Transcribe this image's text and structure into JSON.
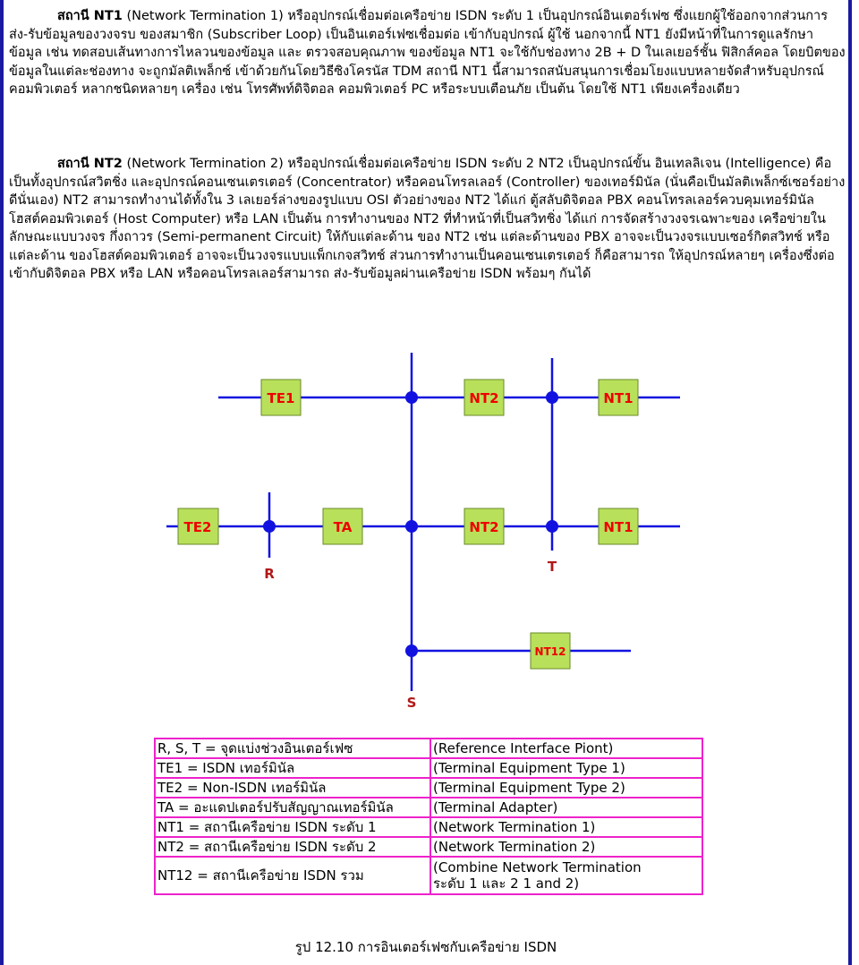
{
  "paragraphs": {
    "nt1": {
      "term": "สถานี NT1",
      "text": " (Network Termination 1) หรืออุปกรณ์เชื่อมต่อเครือข่าย ISDN ระดับ 1 เป็นอุปกรณ์อินเตอร์เฟซ ซึ่งแยกผู้ใช้ออกจากส่วนการส่ง-รับข้อมูลของวงจรบ ของสมาชิก (Subscriber Loop) เป็นอินเตอร์เฟซเชื่อมต่อ เข้ากับอุปกรณ์ ผู้ใช้ นอกจากนี้ NT1 ยังมีหน้าที่ในการดูแลรักษาข้อมูล เช่น ทดสอบเส้นทางการไหลวนของข้อมูล และ ตรวจสอบคุณภาพ ของข้อมูล NT1 จะใช้กับช่องทาง 2B + D ในเลเยอร์ชั้น ฟิสิกส์คอล โดยบิตของข้อมูลในแต่ละช่องทาง จะถูกมัลติเพล็กซ์ เข้าด้วยกันโดยวิธีซิงโครนัส TDM สถานี NT1 นี้สามารถสนับสนุนการเชื่อมโยงแบบหลายจัดสำหรับอุปกรณ์คอมพิวเตอร์ หลากชนิดหลายๆ เครื่อง เช่น โทรศัพท์ดิจิตอล คอมพิวเตอร์ PC หรือระบบเตือนภัย เป็นต้น โดยใช้ NT1 เพียงเครื่องเดียว"
    },
    "nt2": {
      "term": "สถานี NT2",
      "text": " (Network Termination 2) หรืออุปกรณ์เชื่อมต่อเครือข่าย ISDN ระดับ 2 NT2 เป็นอุปกรณ์ขั้น อินเทลลิเจน (Intelligence) คือเป็นทั้งอุปกรณ์สวิตชิ่ง และอุปกรณ์คอนเซนเตรเตอร์ (Concentrator) หรือคอนโทรลเลอร์ (Controller) ของเทอร์มินัล (นั่นคือเป็นมัลติเพล็กซ์เซอร์อย่างดีนั่นเอง) NT2 สามารถทำงานได้ทั้งใน 3 เลเยอร์ล่างของรูปแบบ OSI ตัวอย่างของ NT2 ได้แก่ ตู้สลับดิจิตอล PBX คอนโทรลเลอร์ควบคุมเทอร์มินัล โฮสต์คอมพิวเตอร์ (Host Computer) หรือ LAN เป็นต้น การทำงานของ NT2 ที่ทำหน้าที่เป็นสวิทชิ่ง ได้แก่ การจัดสร้างวงจรเฉพาะของ เครือข่ายในลักษณะแบบวงจร กึ่งถาวร (Semi-permanent Circuit) ให้กับแต่ละด้าน ของ NT2 เช่น แต่ละด้านของ PBX อาจจะเป็นวงจรแบบเซอร์กิตสวิทช์ หรือแต่ละด้าน ของโฮสต์คอมพิวเตอร์ อาจจะเป็นวงจรแบบแพ็กเกจสวิทช์ ส่วนการทำงานเป็นคอนเซนเตรเตอร์ ก็คือสามารถ ให้อุปกรณ์หลายๆ เครื่องซึ่งต่อเข้ากับดิจิตอล PBX หรือ LAN หรือคอนโทรลเลอร์สามารถ ส่ง-รับข้อมูลผ่านเครือข่าย ISDN พร้อมๆ กันได้"
    }
  },
  "diagram": {
    "boxes": {
      "te1": "TE1",
      "nt2_top": "NT2",
      "nt1_top": "NT1",
      "te2": "TE2",
      "ta": "TA",
      "nt2_mid": "NT2",
      "nt1_mid": "NT1",
      "nt12": "NT12"
    },
    "refs": {
      "r": "R",
      "s": "S",
      "t": "T"
    },
    "colors": {
      "bus": "#1212e0",
      "box": "#b8e05a",
      "box_text": "#ee0000",
      "ref_text": "#b01818"
    }
  },
  "legend": {
    "rows": [
      {
        "left": "R, S, T = จุดแบ่งช่วงอินเตอร์เฟซ",
        "right": [
          "(Reference Interface Piont)"
        ]
      },
      {
        "left": "TE1 = ISDN เทอร์มินัล",
        "right": [
          "(Terminal Equipment Type 1)"
        ]
      },
      {
        "left": "TE2 = Non-ISDN เทอร์มินัล",
        "right": [
          "(Terminal Equipment Type 2)"
        ]
      },
      {
        "left": "TA = อะแดปเตอร์ปรับสัญญาณเทอร์มินัล",
        "right": [
          "(Terminal Adapter)"
        ]
      },
      {
        "left": "NT1 = สถานีเครือข่าย ISDN ระดับ 1",
        "right": [
          "(Network Termination 1)"
        ]
      },
      {
        "left": "NT2 = สถานีเครือข่าย ISDN ระดับ 2",
        "right": [
          "(Network Termination 2)"
        ]
      },
      {
        "left": "NT12 = สถานีเครือข่าย ISDN รวม",
        "right": [
          "(Combine Network Termination",
          "ระดับ 1 และ 2      1 and 2)"
        ]
      }
    ],
    "border_color": "#ee22cc"
  },
  "caption": "รูป 12.10 การอินเตอร์เฟซกับเครือข่าย  ISDN",
  "frame_color": "#1a1aa0"
}
